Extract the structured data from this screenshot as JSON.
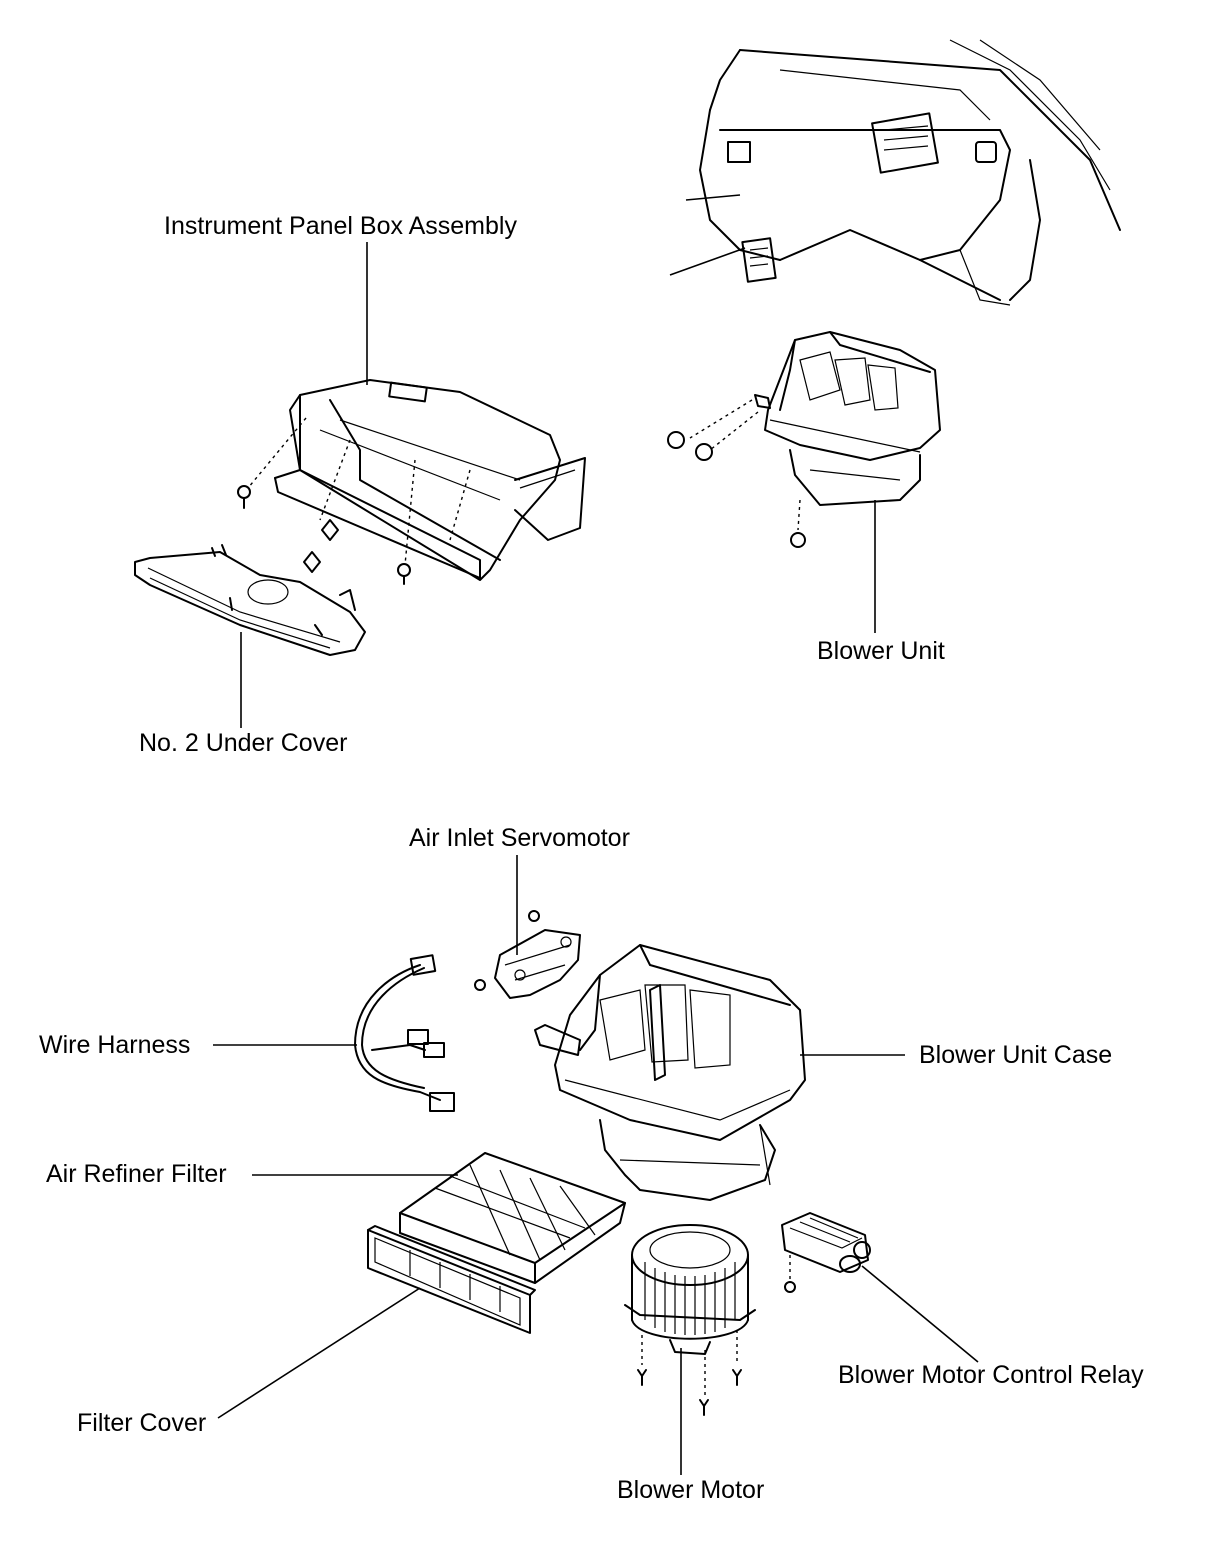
{
  "labels": {
    "instrument_panel_box_assembly": "Instrument Panel Box Assembly",
    "no2_under_cover": "No. 2 Under Cover",
    "blower_unit": "Blower Unit",
    "air_inlet_servomotor": "Air Inlet Servomotor",
    "wire_harness": "Wire Harness",
    "blower_unit_case": "Blower Unit Case",
    "air_refiner_filter": "Air Refiner Filter",
    "filter_cover": "Filter Cover",
    "blower_motor": "Blower Motor",
    "blower_motor_control_relay": "Blower Motor Control Relay"
  }
}
